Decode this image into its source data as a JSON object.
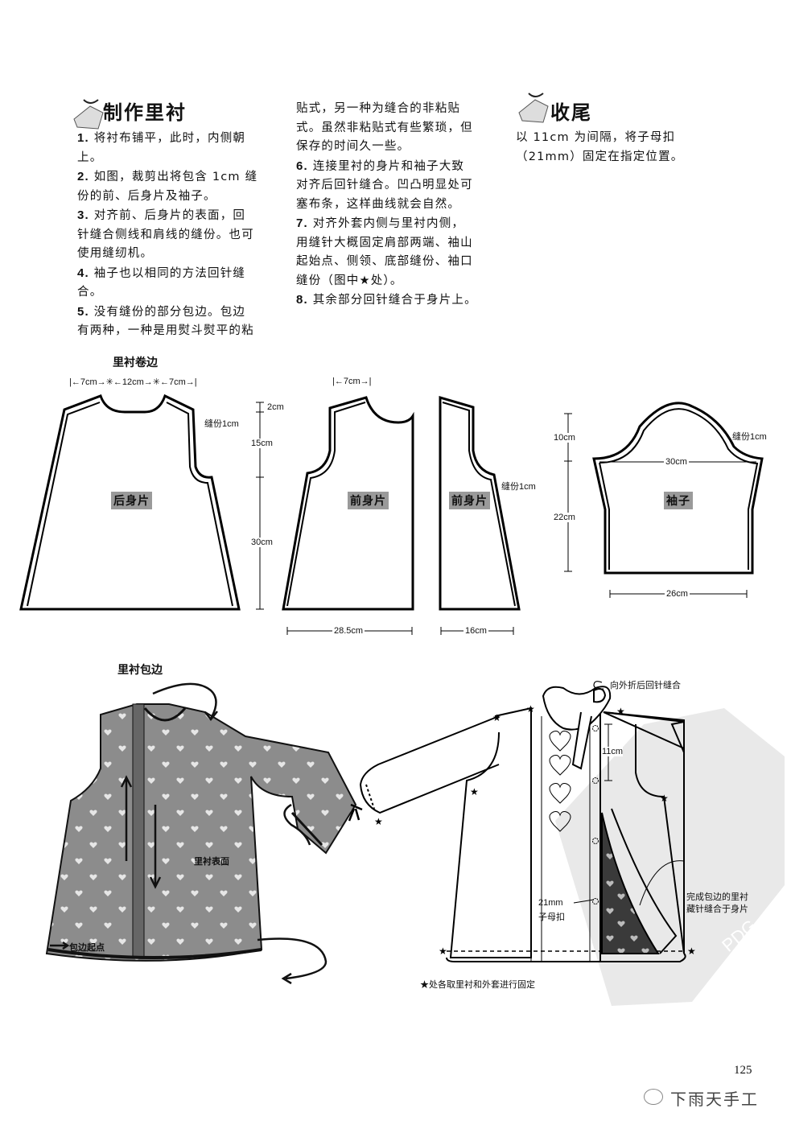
{
  "section_lining": {
    "title": "制作里衬",
    "steps": [
      {
        "num": "1.",
        "text": "将衬布铺平，此时，内侧朝上。"
      },
      {
        "num": "2.",
        "text": "如图，裁剪出将包含 1cm 缝份的前、后身片及袖子。"
      },
      {
        "num": "3.",
        "text": "对齐前、后身片的表面，回针缝合侧线和肩线的缝份。也可使用缝纫机。"
      },
      {
        "num": "4.",
        "text": "袖子也以相同的方法回针缝合。"
      },
      {
        "num": "5.",
        "text": "没有缝份的部分包边。包边有两种，一种是用熨斗熨平的粘贴式，另一种为缝合的非粘贴式。虽然非粘贴式有些繁琐，但保存的时间久一些。"
      },
      {
        "num": "6.",
        "text": "连接里衬的身片和袖子大致对齐后回针缝合。凹凸明显处可塞布条，这样曲线就会自然。"
      },
      {
        "num": "7.",
        "text": "对齐外套内侧与里衬内侧，用缝针大概固定肩部两端、袖山起始点、侧领、底部缝份、袖口缝份（图中★处）。"
      },
      {
        "num": "8.",
        "text": "其余部分回针缝合于身片上。"
      }
    ],
    "col1_lines": [
      [
        "1.",
        " 将衬布铺平，此时，内侧朝"
      ],
      [
        "",
        "上。"
      ],
      [
        "2.",
        " 如图，裁剪出将包含 1cm 缝"
      ],
      [
        "",
        "份的前、后身片及袖子。"
      ],
      [
        "3.",
        " 对齐前、后身片的表面，回"
      ],
      [
        "",
        "针缝合侧线和肩线的缝份。也可"
      ],
      [
        "",
        "使用缝纫机。"
      ],
      [
        "4.",
        " 袖子也以相同的方法回针缝"
      ],
      [
        "",
        "合。"
      ],
      [
        "5.",
        " 没有缝份的部分包边。包边"
      ],
      [
        "",
        "有两种，一种是用熨斗熨平的粘"
      ]
    ],
    "col2_lines": [
      [
        "",
        "贴式，另一种为缝合的非粘贴"
      ],
      [
        "",
        "式。虽然非粘贴式有些繁琐，但"
      ],
      [
        "",
        "保存的时间久一些。"
      ],
      [
        "6.",
        " 连接里衬的身片和袖子大致"
      ],
      [
        "",
        "对齐后回针缝合。凹凸明显处可"
      ],
      [
        "",
        "塞布条，这样曲线就会自然。"
      ],
      [
        "7.",
        " 对齐外套内侧与里衬内侧，"
      ],
      [
        "",
        "用缝针大概固定肩部两端、袖山"
      ],
      [
        "",
        "起始点、侧领、底部缝份、袖口"
      ],
      [
        "",
        "缝份（图中★处）。"
      ],
      [
        "8.",
        " 其余部分回针缝合于身片上。"
      ]
    ]
  },
  "section_finish": {
    "title": "收尾",
    "lines": [
      "以 11cm 为间隔，将子母扣",
      "（21mm）固定在指定位置。"
    ]
  },
  "diagram_pattern": {
    "title": "里衬卷边",
    "back_piece": {
      "label": "后身片",
      "top_dims": "|←7cm→✳←12cm→✳←7cm→|",
      "seam": "缝份1cm"
    },
    "height_dims": [
      "2cm",
      "15cm",
      "30cm"
    ],
    "front_piece_left": {
      "label": "前身片",
      "top_dim": "7cm",
      "width": "28.5cm"
    },
    "front_piece_right": {
      "label": "前身片",
      "seam": "缝份1cm",
      "width": "16cm"
    },
    "sleeve": {
      "label": "袖子",
      "seam": "缝份1cm",
      "cap_height": "10cm",
      "body_height": "22cm",
      "top_width": "30cm",
      "bottom_width": "26cm"
    }
  },
  "diagram_binding": {
    "title": "里衬包边",
    "surface_label": "里衬表面",
    "start_label": "包边起点"
  },
  "diagram_finished": {
    "fold_note": "向外折后回针缝合",
    "spacing": "11cm",
    "snap_label_1": "21mm",
    "snap_label_2": "子母扣",
    "lining_note_1": "完成包边的里衬",
    "lining_note_2": "藏针缝合于身片",
    "star_note": "★处各取里衬和外套进行固定"
  },
  "footer": {
    "page_number": "125",
    "brand": "下雨天手工",
    "watermark": "PDG"
  }
}
